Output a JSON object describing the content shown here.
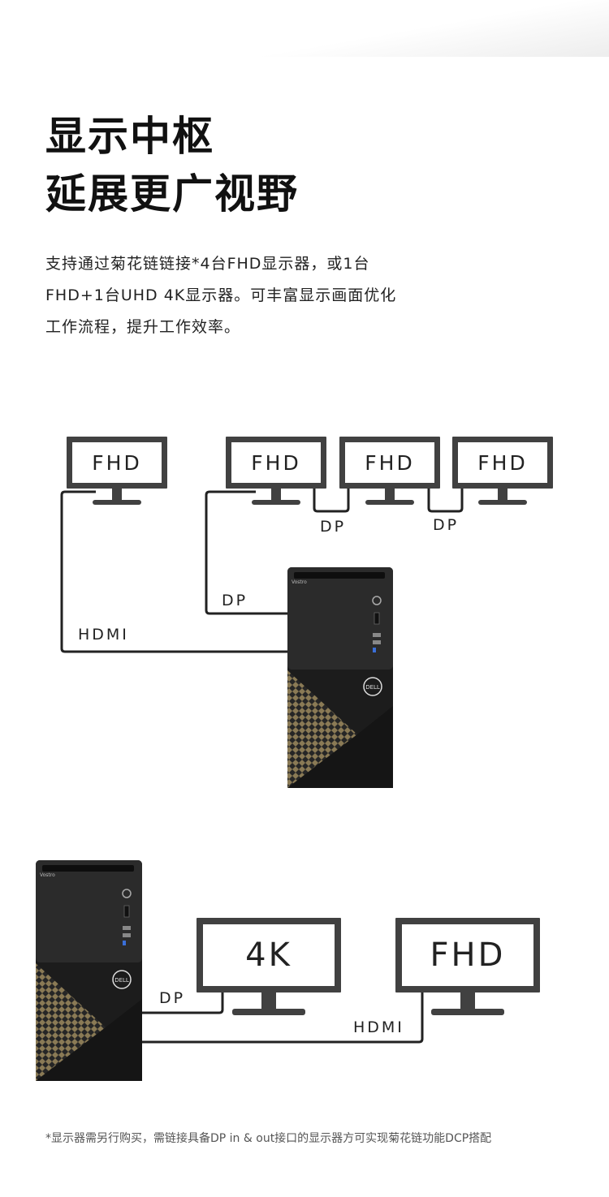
{
  "headline": {
    "line1": "显示中枢",
    "line2": "延展更广视野"
  },
  "description": {
    "line1": "支持通过菊花链链接*4台FHD显示器，或1台",
    "line2": "FHD+1台UHD 4K显示器。可丰富显示画面优化",
    "line3": "工作流程，提升工作效率。"
  },
  "diagram1": {
    "monitors": [
      "FHD",
      "FHD",
      "FHD",
      "FHD"
    ],
    "cables": {
      "hdmi": "HDMI",
      "dp_main": "DP",
      "dp_chain1": "DP",
      "dp_chain2": "DP"
    },
    "tower_brand": "Vostro",
    "tower_logo": "DELL"
  },
  "diagram2": {
    "monitors": [
      "4K",
      "FHD"
    ],
    "cables": {
      "dp": "DP",
      "hdmi": "HDMI"
    },
    "tower_brand": "Vostro",
    "tower_logo": "DELL"
  },
  "footnote": "*显示器需另行购买，需链接具备DP in & out接口的显示器方可实现菊花链功能DCP搭配",
  "colors": {
    "monitor_frame": "#414141",
    "cable": "#222222",
    "tower_body": "#1c1c1c",
    "tower_mesh": "#8a7a55"
  }
}
